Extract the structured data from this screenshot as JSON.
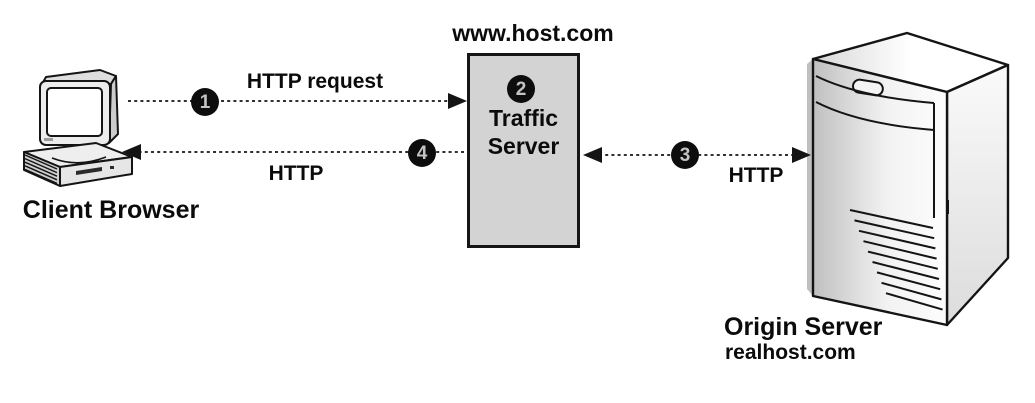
{
  "nodes": {
    "client": {
      "label": "Client Browser"
    },
    "traffic_server": {
      "hostname": "www.host.com",
      "step": "2",
      "line1": "Traffic",
      "line2": "Server"
    },
    "origin_server": {
      "label": "Origin Server",
      "hostname": "realhost.com"
    }
  },
  "flows": [
    {
      "step": "1",
      "label": "HTTP request",
      "from": "client",
      "to": "traffic_server"
    },
    {
      "step": "3",
      "label": "HTTP",
      "from": "traffic_server",
      "to": "origin_server"
    },
    {
      "step": "4",
      "label": "HTTP",
      "from": "traffic_server",
      "to": "client"
    }
  ],
  "icons": {
    "client": "desktop-computer-icon",
    "origin_server": "tower-server-icon"
  },
  "colors": {
    "background": "#ffffff",
    "box_fill": "#d3d3d3",
    "outline": "#141414",
    "badge_bg": "#0d0d0d",
    "badge_text": "#c4c4c4",
    "text": "#0b0b0b"
  }
}
